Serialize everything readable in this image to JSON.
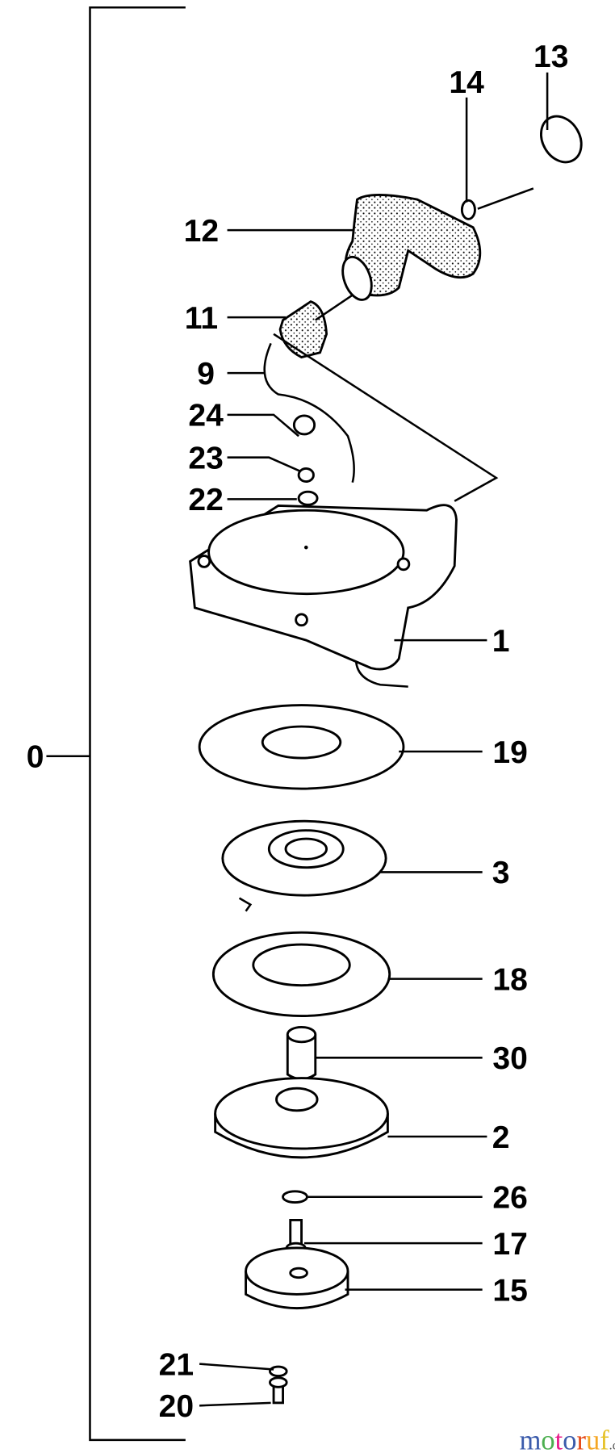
{
  "diagram": {
    "assembly_label": "0",
    "part_labels": [
      "13",
      "14",
      "12",
      "11",
      "9",
      "24",
      "23",
      "22",
      "1",
      "19",
      "3",
      "18",
      "30",
      "2",
      "26",
      "17",
      "15",
      "21",
      "20"
    ]
  },
  "watermark": {
    "text": "motoruf",
    "suffix": ".de",
    "colors": [
      "#3b5bab",
      "#4caf50",
      "#e91e8c",
      "#3b5bab",
      "#e64a19",
      "#f5a623",
      "#e6c229"
    ]
  }
}
